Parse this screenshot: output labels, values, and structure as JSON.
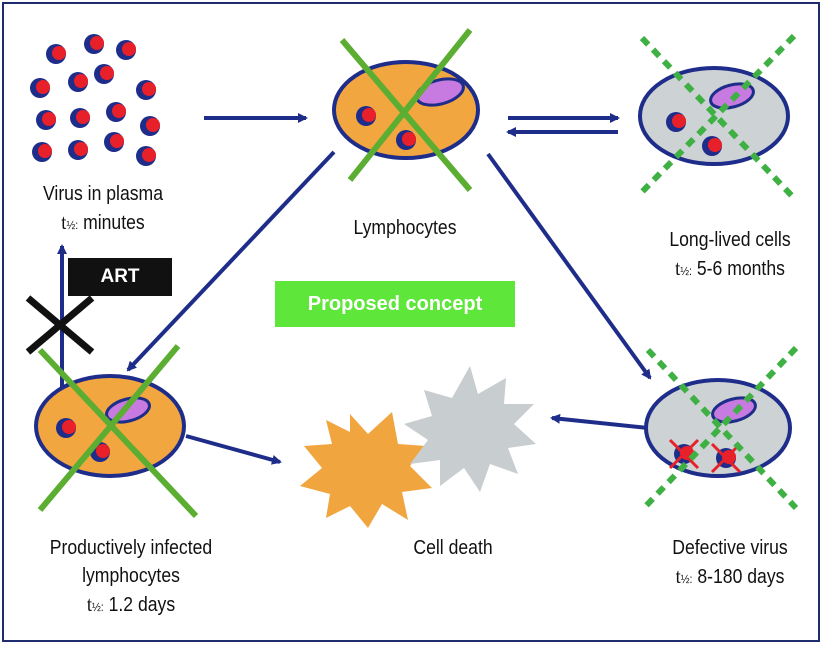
{
  "nodes": {
    "virus_in_plasma": {
      "label": "Virus in plasma",
      "half_life": "minutes"
    },
    "lymphocytes": {
      "label": "Lymphocytes"
    },
    "long_lived_cells": {
      "label": "Long-lived cells",
      "half_life": "5-6 months"
    },
    "productively_infected": {
      "label_line1": "Productively infected",
      "label_line2": "lymphocytes",
      "half_life": "1.2 days"
    },
    "cell_death": {
      "label": "Cell death"
    },
    "defective_virus": {
      "label": "Defective virus",
      "half_life": "8-180 days"
    }
  },
  "half_life_symbol": {
    "t": "t",
    "sub": "½:"
  },
  "art_label": "ART",
  "concept_label": "Proposed concept",
  "colors": {
    "cell_orange": "#f2a640",
    "cell_gray": "#cdd2d4",
    "outline_blue": "#1f2d8a",
    "nucleus_purple": "#c77ae0",
    "virus_red": "#e8202a",
    "cross_green": "#5cae32",
    "dotted_green": "#3fb043",
    "burst_orange": "#f0a53e",
    "burst_gray": "#c8cdcf",
    "concept_green": "#5ee63a"
  }
}
